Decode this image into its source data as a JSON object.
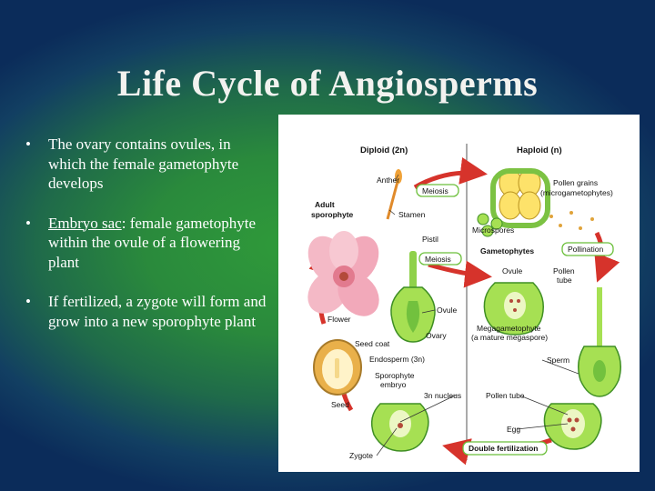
{
  "title": "Life Cycle of Angiosperms",
  "bullets": [
    {
      "marker": "•",
      "text": "The ovary contains ovules, in which the female gametophyte develops"
    },
    {
      "marker": "•",
      "term": "Embryo sac",
      "rest": ": female gametophyte within the ovule of a flowering plant"
    },
    {
      "marker": "•",
      "text": "If fertilized, a zygote will form and grow into a new sporophyte plant"
    }
  ],
  "diagram": {
    "headers": {
      "diploid": "Diploid (2n)",
      "haploid": "Haploid (n)"
    },
    "labels": {
      "anther": "Anther",
      "meiosis_top": "Meiosis",
      "adult_sporophyte_1": "Adult",
      "adult_sporophyte_2": "sporophyte",
      "stamen": "Stamen",
      "pistil": "Pistil",
      "meiosis_mid": "Meiosis",
      "flower": "Flower",
      "ovule": "Ovule",
      "ovary": "Ovary",
      "seed_coat": "Seed coat",
      "endosperm": "Endosperm (3n)",
      "sporophyte_embryo_1": "Sporophyte",
      "sporophyte_embryo_2": "embryo",
      "seed": "Seed",
      "nucleus_3n": "3n nucleus",
      "zygote": "Zygote",
      "double_fertilization": "Double fertilization",
      "egg": "Egg",
      "pollen_tube_bottom": "Pollen tube",
      "sperm": "Sperm",
      "megagametophyte_1": "Megagametophyte",
      "megagametophyte_2": "(a mature megaspore)",
      "ovule_hap": "Ovule",
      "pollen_tube_right_1": "Pollen",
      "pollen_tube_right_2": "tube",
      "microspores": "Microspores",
      "gametophytes": "Gametophytes",
      "pollination": "Pollination",
      "pollen_grains_1": "Pollen grains",
      "pollen_grains_2": "(microgametophytes)"
    }
  }
}
